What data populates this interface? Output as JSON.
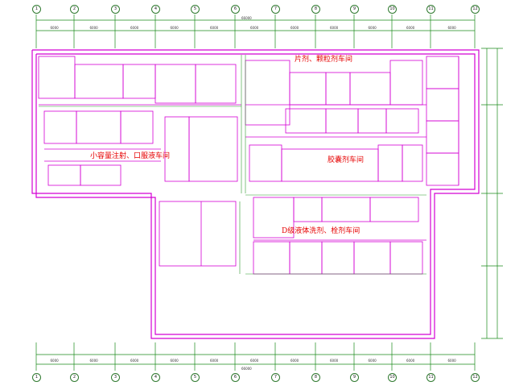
{
  "zone_labels": {
    "tablet_granule": "片剂、颗粒剂车间",
    "capsule": "胶囊剂车间",
    "solid_ointment": "小容量注射、口服液车间",
    "oral_liquid": "D级液体洗剂、栓剂车间"
  },
  "axes_top": [
    "1",
    "2",
    "3",
    "4",
    "5",
    "6",
    "7",
    "8",
    "9",
    "10",
    "11",
    "12"
  ],
  "axes_bottom": [
    "1",
    "2",
    "3",
    "4",
    "5",
    "6",
    "7",
    "8",
    "9",
    "10",
    "11",
    "12"
  ],
  "dims_top": [
    "6000",
    "6000",
    "6000",
    "6000",
    "6000",
    "6000",
    "6000",
    "6000",
    "6000",
    "6000",
    "6000"
  ],
  "dims_bottom": [
    "6000",
    "6000",
    "6000",
    "6000",
    "6000",
    "6000",
    "6000",
    "6000",
    "6000",
    "6000",
    "6000"
  ],
  "overall_top": "66000",
  "overall_bottom": "66000",
  "colors": {
    "wall": "#d400d4",
    "grid": "#2f9a2f",
    "dim": "#1a8a1a",
    "text": "#e60000"
  }
}
